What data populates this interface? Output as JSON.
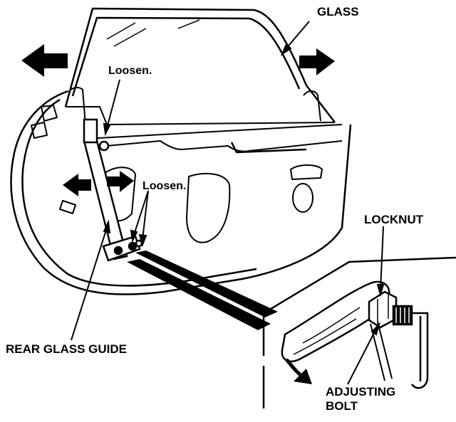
{
  "labels": {
    "glass": "GLASS",
    "loosen_top": "Loosen.",
    "loosen_mid": "Loosen.",
    "locknut": "LOCKNUT",
    "rear_glass_guide": "REAR GLASS GUIDE",
    "adjusting_bolt_line1": "ADJUSTING",
    "adjusting_bolt_line2": "BOLT"
  },
  "icons": {
    "move_arrows": "block-arrow-icon",
    "rotate_arrow": "curved-arrow-icon"
  }
}
